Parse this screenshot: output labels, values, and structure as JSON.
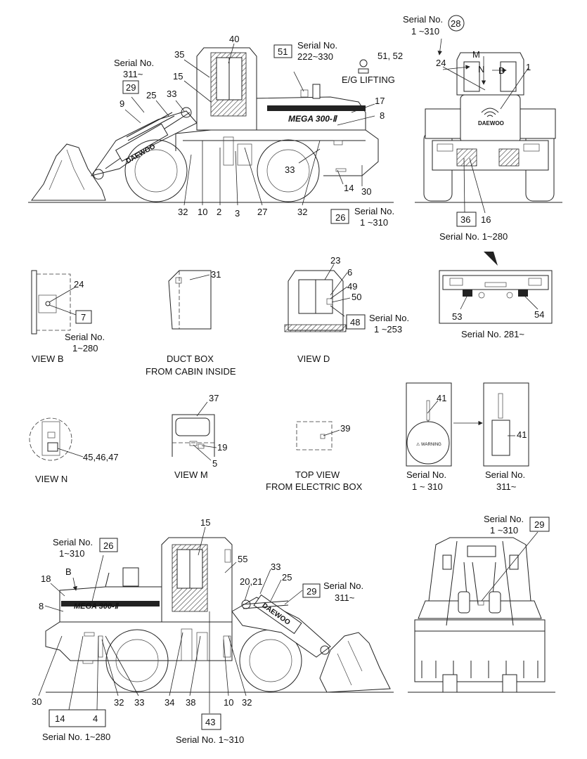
{
  "labels": {
    "serial_29_top": "Serial No.",
    "serial_29_top_range": "311~",
    "serial_51": "Serial No.",
    "serial_51_range": "222~330",
    "eg_lifting": "E/G LIFTING",
    "part_51_52": "51, 52",
    "serial_28": "Serial No.",
    "serial_28_range": "1 ~310",
    "serial_26_top": "Serial No.",
    "serial_26_top_range": "1 ~310",
    "serial_36_16": "Serial No. 1~280",
    "serial_281": "Serial No. 281~",
    "serial_7": "Serial No.",
    "serial_7_range": "1~280",
    "serial_48": "Serial No.",
    "serial_48_range": "1 ~253",
    "view_b": "VIEW B",
    "duct_box_1": "DUCT BOX",
    "duct_box_2": "FROM CABIN INSIDE",
    "view_d": "VIEW D",
    "view_n": "VIEW N",
    "view_m": "VIEW M",
    "top_view_1": "TOP VIEW",
    "top_view_2": "FROM ELECTRIC BOX",
    "serial_41a": "Serial No.",
    "serial_41a_range": "1 ~ 310",
    "serial_41b": "Serial No.",
    "serial_41b_range": "311~",
    "serial_26_bot": "Serial No.",
    "serial_26_bot_range": "1~310",
    "serial_29_bot": "Serial No.",
    "serial_29_bot_range": "311~",
    "serial_29_rear": "Serial No.",
    "serial_29_rear_range": "1 ~310",
    "serial_14_4": "Serial No. 1~280",
    "serial_43": "Serial No. 1~310",
    "model_badge": "MEGA 300-Ⅱ",
    "brand": "DAEWOO",
    "warning": "⚠ WARNING"
  },
  "boxed_callouts": {
    "b29_top": "29",
    "b51": "51",
    "b26_top": "26",
    "b7": "7",
    "b48": "48",
    "b26_bot": "26",
    "b29_bot": "29",
    "b29_rear": "29",
    "b14_4_a": "14",
    "b14_4_b": "4",
    "b43": "43",
    "b36": "36",
    "c28": "28"
  },
  "callouts": {
    "n40": "40",
    "n35": "35",
    "n15": "15",
    "n25": "25",
    "n33a": "33",
    "n9": "9",
    "n17": "17",
    "n8": "8",
    "n33b": "33",
    "n14": "14",
    "n30": "30",
    "n32a": "32",
    "n10": "10",
    "n2": "2",
    "n3": "3",
    "n27": "27",
    "n32b": "32",
    "n24a": "24",
    "nM": "M",
    "nN": "N",
    "nD": "D",
    "n1": "1",
    "n16": "16",
    "n53": "53",
    "n54": "54",
    "n24b": "24",
    "n31": "31",
    "n23": "23",
    "n6": "6",
    "n49": "49",
    "n50": "50",
    "n37": "37",
    "n19": "19",
    "n5": "5",
    "n454647": "45,46,47",
    "n39": "39",
    "n41a": "41",
    "n41b": "41",
    "n15b": "15",
    "n55": "55",
    "n18": "18",
    "nB": "B",
    "n8b": "8",
    "n33c": "33",
    "n2021": "20,21",
    "n25b": "25",
    "n30b": "30",
    "n32c": "32",
    "n33d": "33",
    "n34": "34",
    "n38": "38",
    "n10b": "10",
    "n32d": "32"
  }
}
